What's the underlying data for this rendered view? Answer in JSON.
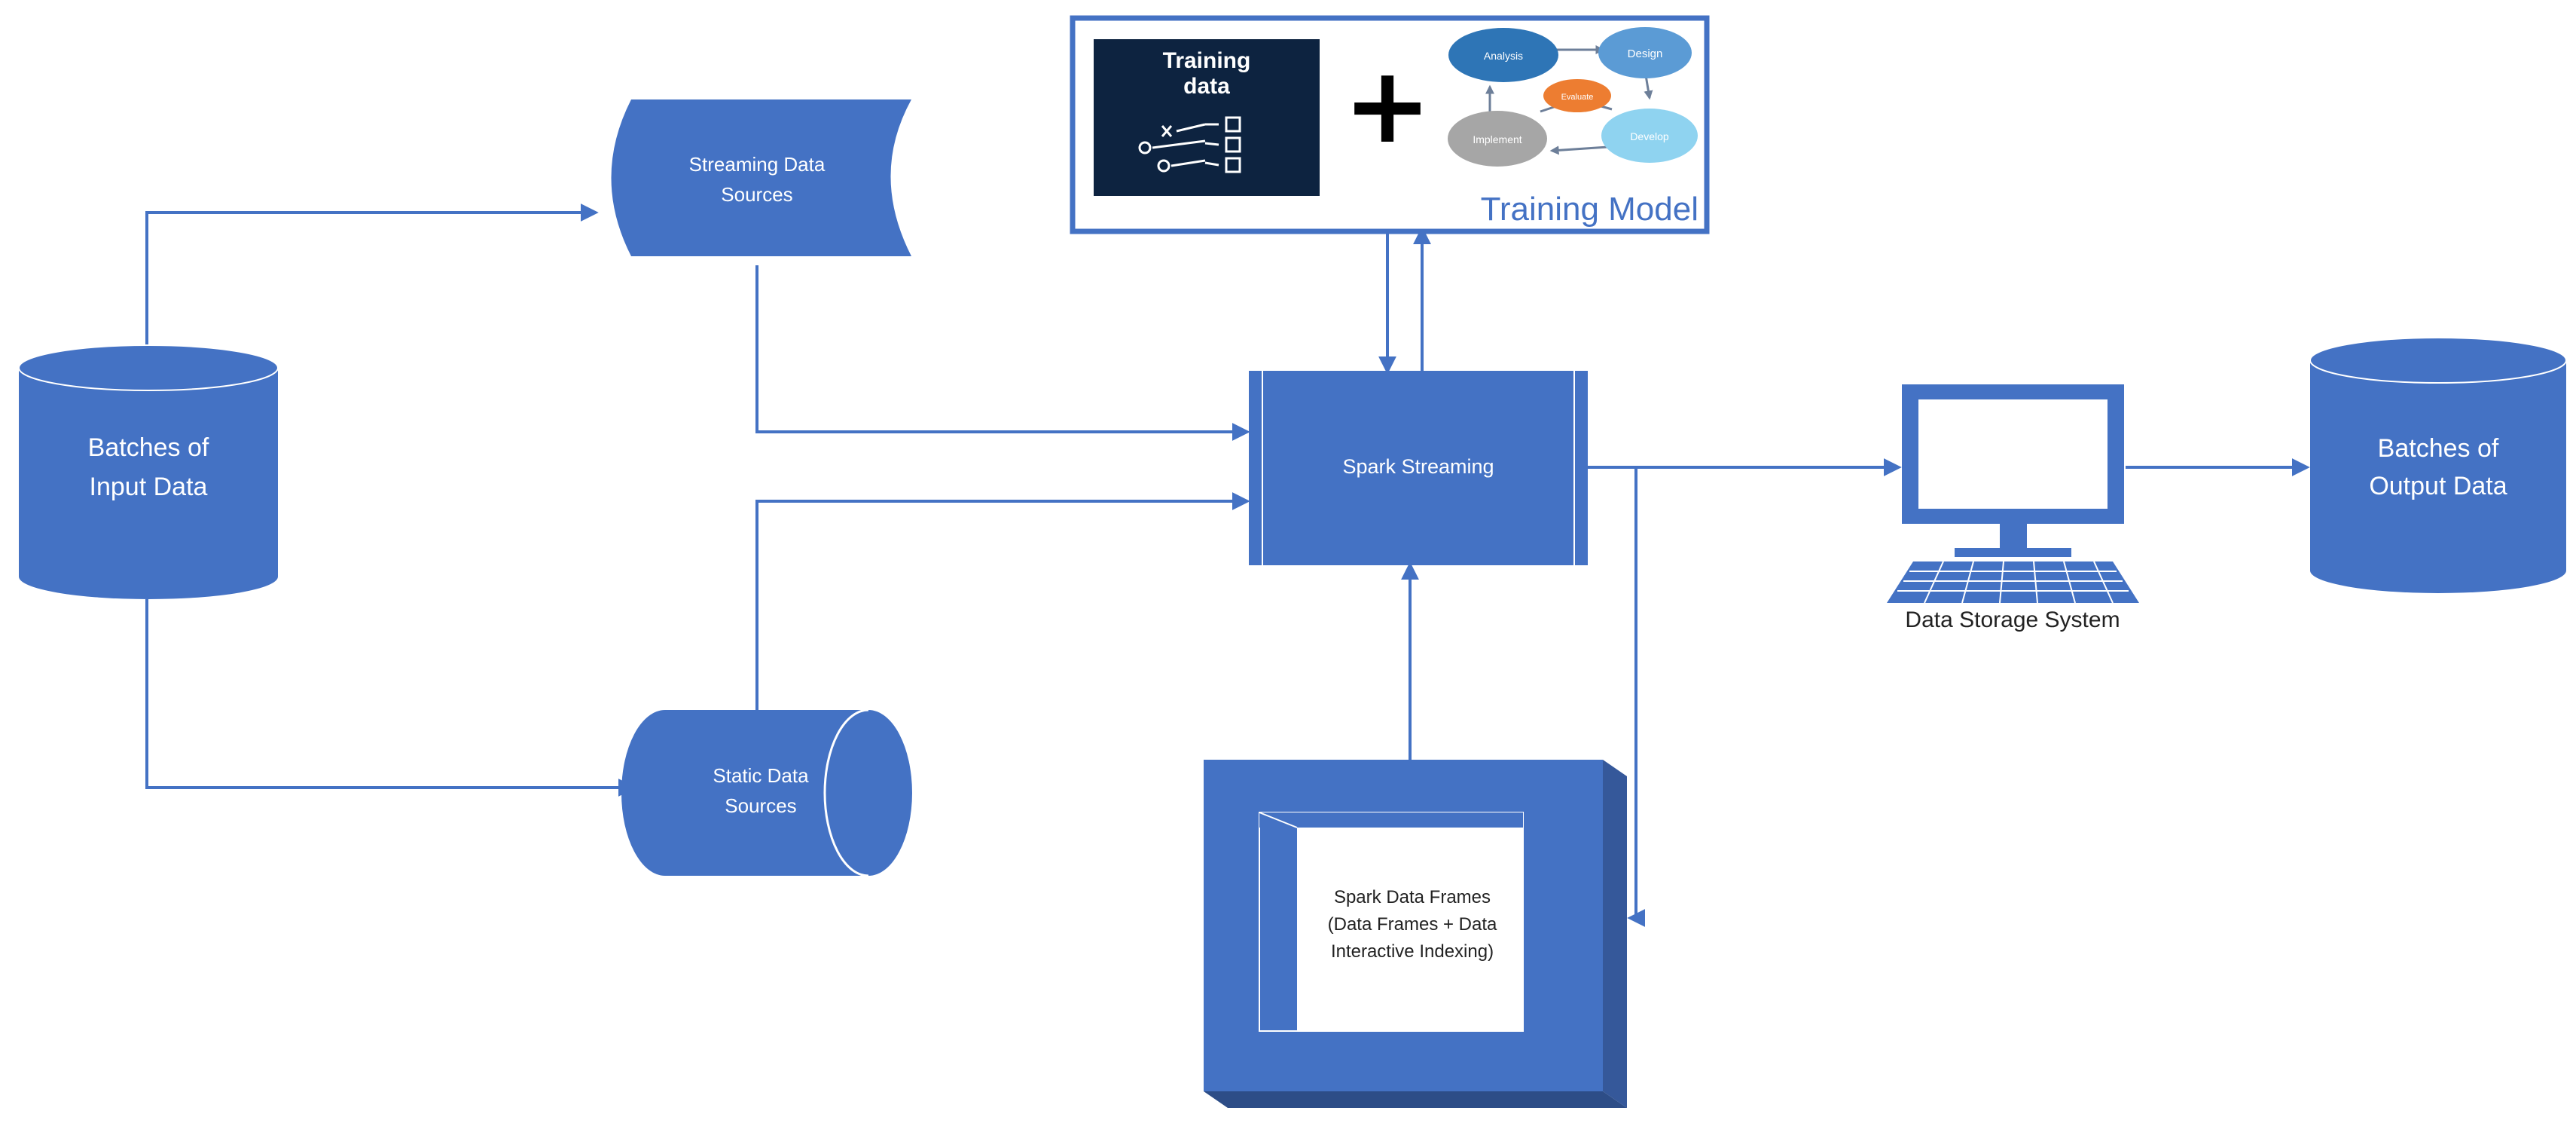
{
  "colors": {
    "primary": "#4472C4",
    "dark_navy": "#0d2340",
    "white": "#ffffff",
    "text_dark": "#222222",
    "cycle_analysis": "#2e75b6",
    "cycle_design": "#5b9bd5",
    "cycle_develop": "#8fd3f0",
    "cycle_implement": "#a6a6a6",
    "cycle_evaluate": "#ed7d31"
  },
  "nodes": {
    "input_batches": {
      "line1": "Batches of",
      "line2": "Input Data"
    },
    "streaming_sources": {
      "line1": "Streaming Data",
      "line2": "Sources"
    },
    "static_sources": {
      "line1": "Static Data",
      "line2": "Sources"
    },
    "spark_streaming": {
      "label": "Spark Streaming"
    },
    "data_frames": {
      "line1": "Spark Data Frames",
      "line2": "(Data Frames + Data",
      "line3": "Interactive Indexing)"
    },
    "storage_system": {
      "label": "Data Storage System"
    },
    "output_batches": {
      "line1": "Batches of",
      "line2": "Output Data"
    }
  },
  "training_model": {
    "caption": "Training Model",
    "plus": "+",
    "training_data": {
      "line1": "Training",
      "line2": "data",
      "icon": "ml-training-data-icon"
    },
    "cycle": {
      "analysis": "Analysis",
      "design": "Design",
      "develop": "Develop",
      "implement": "Implement",
      "evaluate": "Evaluate"
    }
  },
  "icons": {
    "computer": "desktop-computer-icon",
    "cylinder": "database-cylinder-icon"
  }
}
